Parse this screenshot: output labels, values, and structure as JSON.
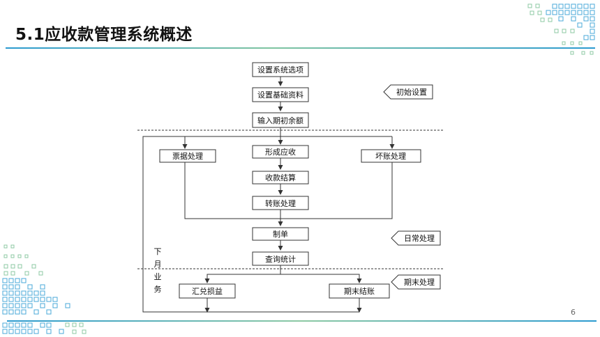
{
  "slide": {
    "title": "5.1应收款管理系统概述",
    "page_number": "6"
  },
  "flow": {
    "setup_options": "设置系统选项",
    "setup_basic": "设置基础资料",
    "input_balance": "输入期初余额",
    "bill_processing": "票据处理",
    "form_receivable": "形成应收",
    "bad_debt": "坏账处理",
    "collect_settle": "收款结算",
    "transfer": "转账处理",
    "voucher": "制单",
    "query_stats": "查询统计",
    "exchange_gain_loss": "汇兑损益",
    "period_close": "期末结账",
    "next_month": [
      "下",
      "月",
      "业",
      "务"
    ]
  },
  "stages": {
    "initial": "初始设置",
    "daily": "日常处理",
    "period_end": "期末处理"
  },
  "colors": {
    "accent_blue": "#2a9ad0",
    "accent_green": "#7fc4a0"
  }
}
